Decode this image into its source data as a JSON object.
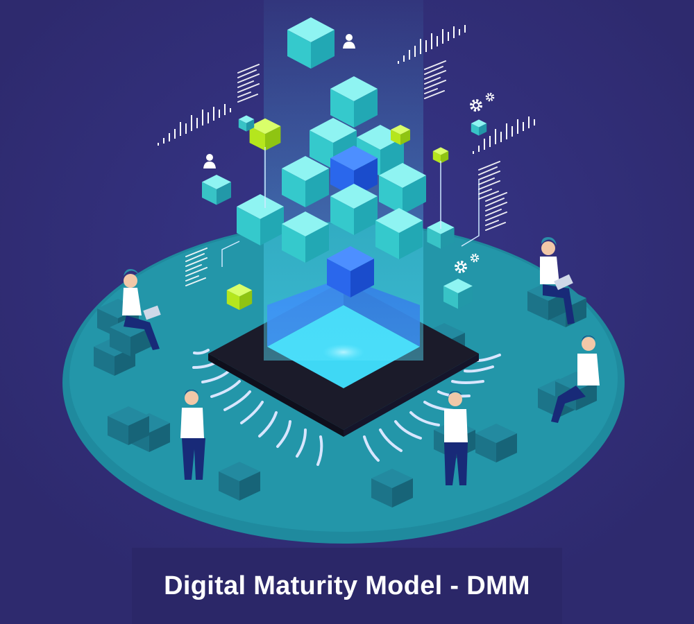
{
  "caption": {
    "title": "Digital Maturity Model - DMM"
  },
  "colors": {
    "background": "#2e2a6e",
    "platform": "#1f8a9e",
    "chip": "#1b1b2a",
    "cube_teal": "#3cd6d6",
    "cube_blue": "#1e66e8",
    "cube_lime": "#b5e61d",
    "person_shirt": "#ffffff",
    "person_pants": "#182a78"
  },
  "icons": [
    "user-icon",
    "gear-icon",
    "document-lines-icon",
    "waveform-icon"
  ],
  "people": [
    "woman-seated-left",
    "woman-seated-right",
    "man-seated-right",
    "man-standing-left",
    "man-standing-center"
  ]
}
